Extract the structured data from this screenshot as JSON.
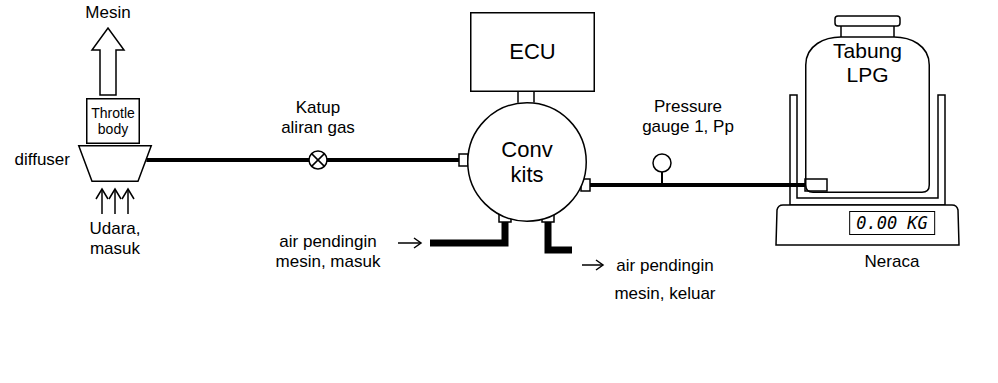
{
  "diagram": {
    "nodes": [
      {
        "text": [
          "Throtle body"
        ]
      },
      {
        "text": [
          "diffuser"
        ]
      },
      {
        "text": [
          "ECU"
        ]
      },
      {
        "text": [
          "Conv kits"
        ]
      },
      {
        "text": [
          "Tabung LPG"
        ]
      },
      {
        "text": [
          "0.00 KG",
          "Neraca"
        ]
      }
    ],
    "edges": [
      {
        "from": 3,
        "to": 1,
        "arrow": "none"
      },
      {
        "from": 2,
        "to": 3,
        "arrow": "none"
      },
      {
        "from": 2,
        "to": 3,
        "arrow": "none"
      },
      {
        "from": 4,
        "to": 3,
        "arrow": "none"
      }
    ],
    "labels": [
      "Mesin",
      "Katup aliran gas",
      "Pressure gauge 1, Pp",
      "Udara, masuk",
      "air pendingin mesin, masuk",
      "air pendingin mesin, keluar"
    ]
  }
}
